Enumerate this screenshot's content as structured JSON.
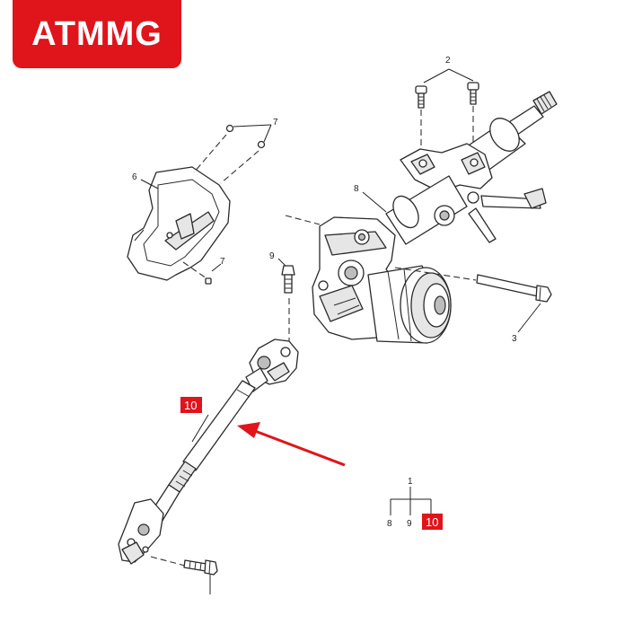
{
  "logo": {
    "text": "ATMMG",
    "background": "#e0141b"
  },
  "colors": {
    "highlight": "#e0141b",
    "arrow": "#e0141b",
    "line": "#2a2a2a"
  },
  "callouts": {
    "c1": "1",
    "c2": "2",
    "c3": "3",
    "c6": "6",
    "c7_top": "7",
    "c7_bottom": "7",
    "c8": "8",
    "c9": "9",
    "c10_highlight": "10",
    "tree_8": "8",
    "tree_9": "9",
    "tree_10": "10"
  }
}
